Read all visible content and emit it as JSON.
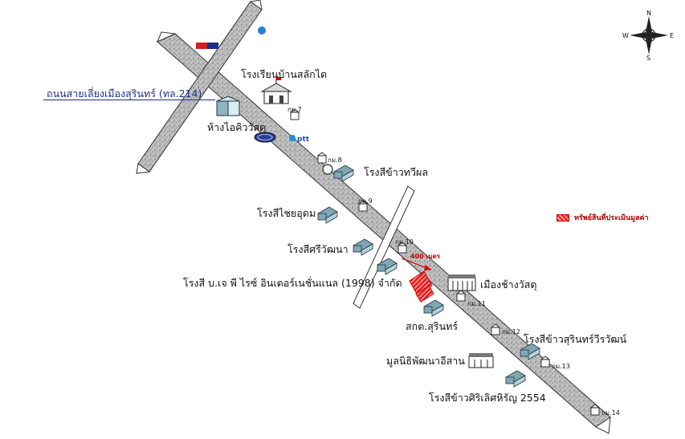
{
  "map": {
    "bypass_road": "ถนนสายเลี่ยงเมืองสุรินทร์ (ทล.214)",
    "legend": {
      "label": "ทรัพย์สินที่ประเมินมูลค่า",
      "color": "#e02020"
    },
    "distance_note": "400 เมตร",
    "compass": {
      "n": "N",
      "e": "E",
      "s": "S",
      "w": "W"
    },
    "brand_text": "ptt",
    "icons": [
      "school-icon",
      "factory-icon",
      "office-building-icon",
      "kilometer-post-icon",
      "ford-logo-icon",
      "ptt-logo-icon",
      "bank-logo-icon",
      "compass-rose-icon"
    ],
    "places": {
      "school": "โรงเรียนบ้านสลักได",
      "store_iq": "ห้างไอคิววัสดุ",
      "mill_thawiphon": "โรงสีข้าวทวีผล",
      "mill_chaiudom": "โรงสีไชยอุดม",
      "mill_sriwatthana": "โรงสีศรีวัฒนา",
      "mill_bj": "โรงสี บ.เจ พี ไรซ์ อินเตอร์เนชั่นแนล (1998) จำกัด",
      "mueang_chang": "เมืองช้างวัสดุ",
      "sakon": "สกต.สุรินทร์",
      "mill_surin_wirawat": "โรงสีข้าวสุรินทร์วีรวัฒน์",
      "foundation": "มูลนิธิพัฒนาอีสาน",
      "mill_sirilert": "โรงสีข้าวศิริเลิศหิรัญ 2554"
    },
    "km_posts": [
      "กม.7",
      "กม.8",
      "กม.9",
      "กม.10",
      "กม.11",
      "กม.12",
      "กม.13",
      "กม.14"
    ]
  }
}
